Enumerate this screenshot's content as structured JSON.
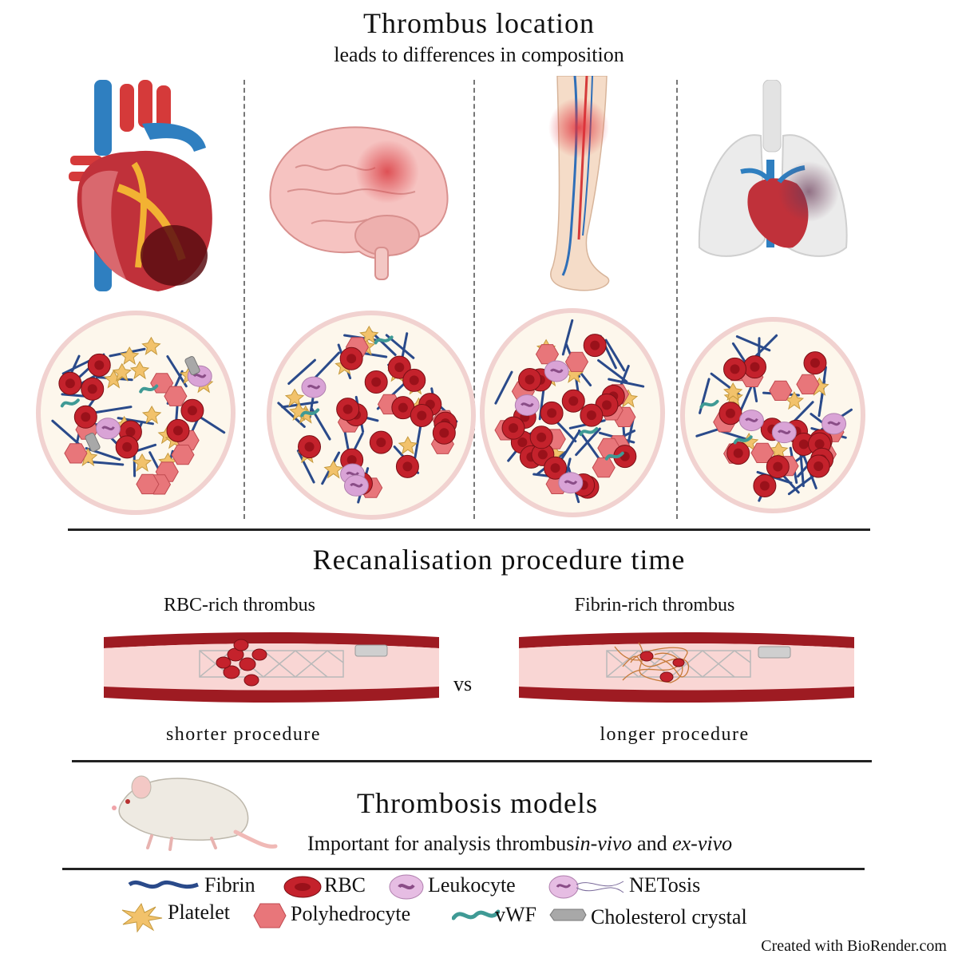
{
  "header": {
    "title": "Thrombus location",
    "subtitle": "leads to differences in composition"
  },
  "recanalisation": {
    "title": "Recanalisation procedure time",
    "left_label": "RBC-rich thrombus",
    "right_label": "Fibrin-rich thrombus",
    "vs": "vs",
    "left_caption": "shorter procedure",
    "right_caption": "longer procedure"
  },
  "models": {
    "title": "Thrombosis models",
    "text_prefix": "Important for analysis thrombus",
    "text_invivo": "in-vivo",
    "text_and": " and ",
    "text_exvivo": "ex-vivo"
  },
  "legend": {
    "fibrin": "Fibrin",
    "rbc": "RBC",
    "leukocyte": "Leukocyte",
    "netosis": "NETosis",
    "platelet": "Platelet",
    "polyhedrocyte": "Polyhedrocyte",
    "vwf": "vWF",
    "cholesterol": "Cholesterol crystal"
  },
  "credit": "Created with BioRender.com",
  "colors": {
    "rbc": "#c4222c",
    "polyhedrocyte": "#e8767a",
    "platelet": "#f2c26b",
    "fibrin": "#2a4a8a",
    "leukocyte": "#d9a3d6",
    "vwf": "#3f9a95",
    "cholesterol": "#a8a8a8",
    "vessel": "#9e1b22",
    "lumen": "#f9d6d4"
  }
}
